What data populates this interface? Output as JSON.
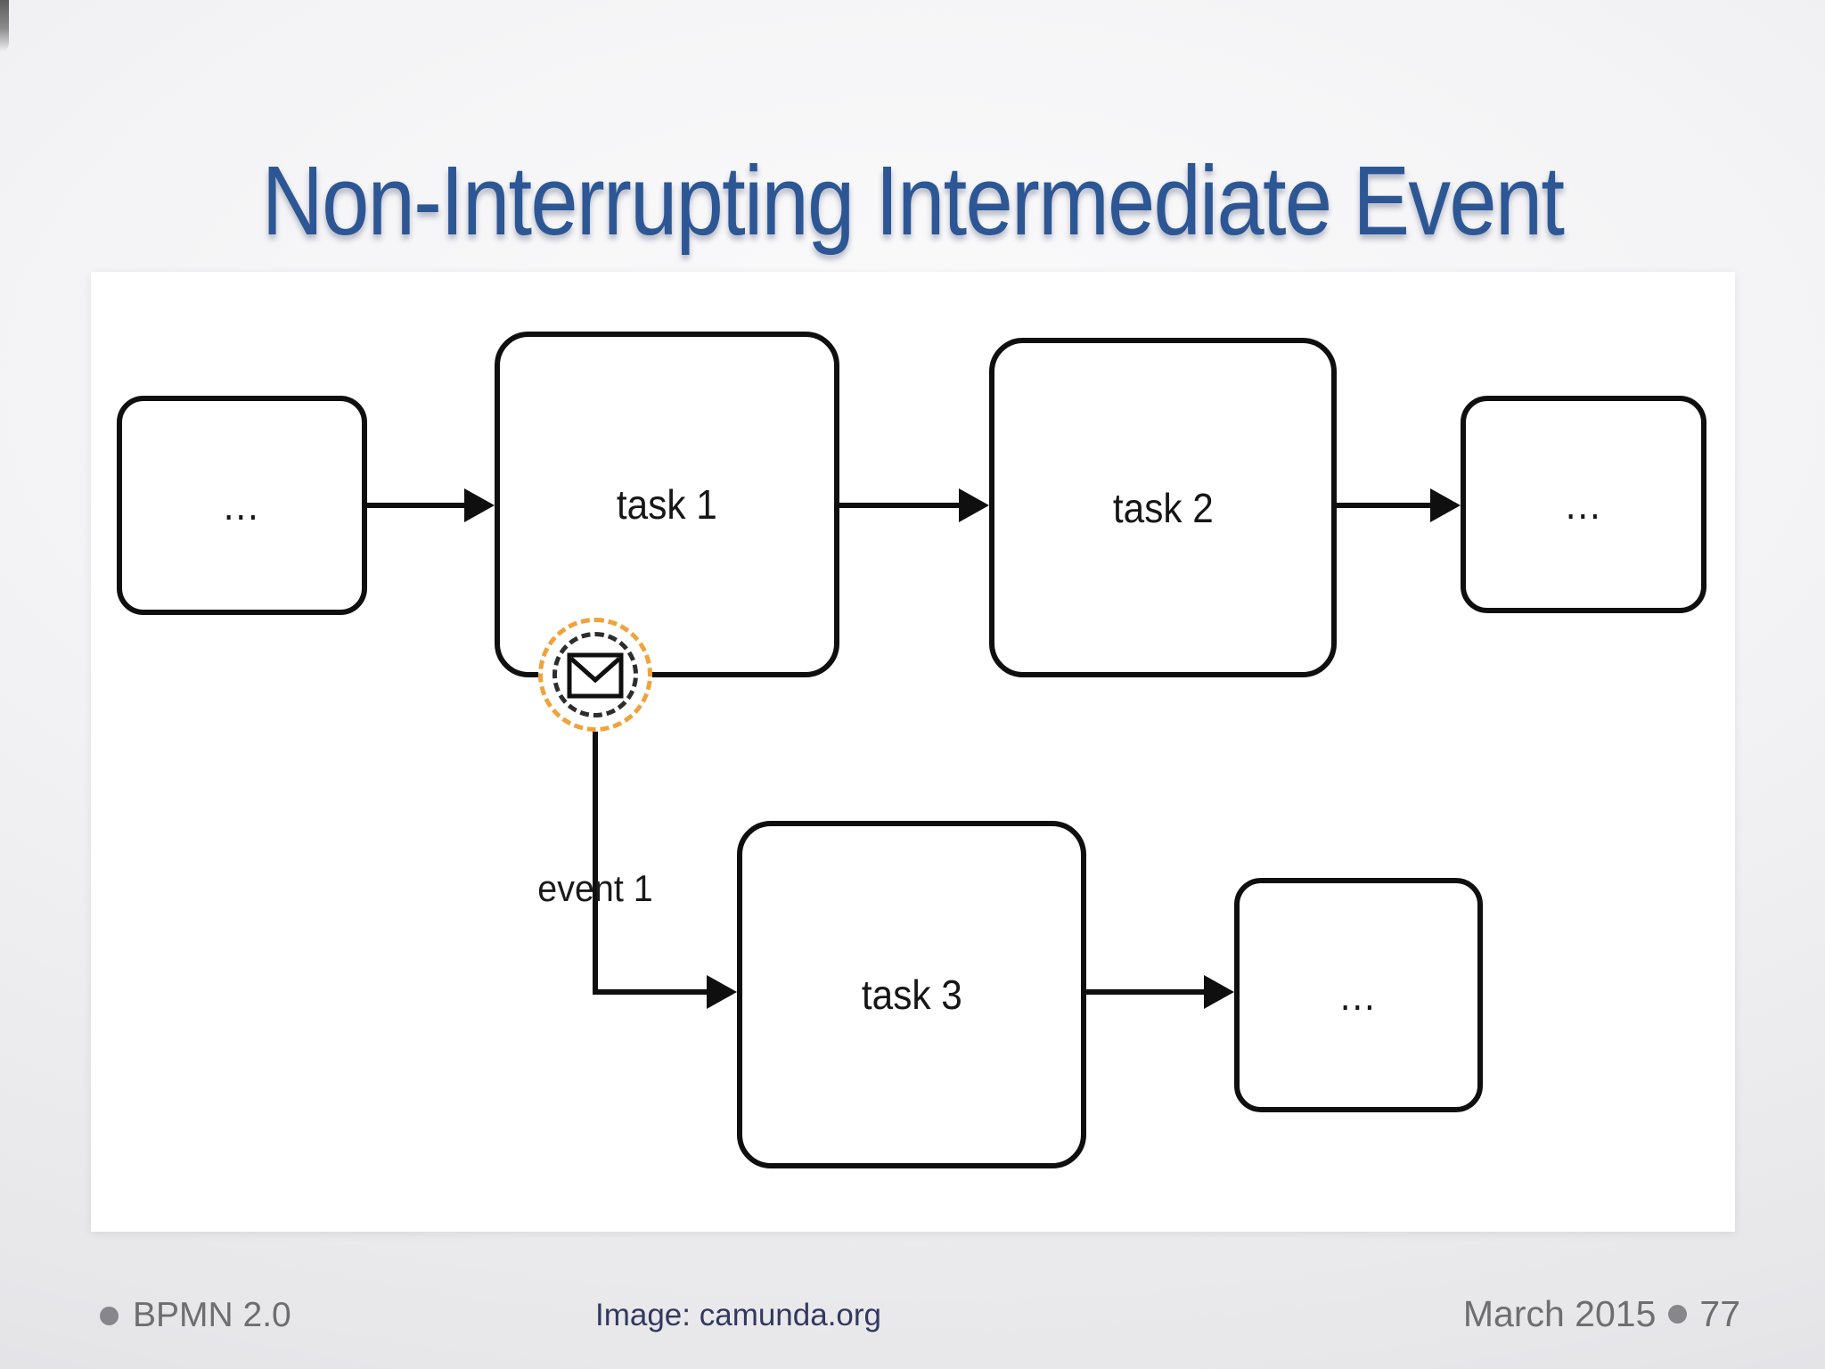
{
  "slide": {
    "title": "Non-Interrupting Intermediate Event",
    "footer": {
      "left_label": "BPMN 2.0",
      "credit": "Image: camunda.org",
      "date": "March 2015",
      "page_number": "77"
    },
    "colors": {
      "title_blue": "#2d5694",
      "footer_navy": "#32395e",
      "footer_gray": "#6e6e71",
      "event_ring_orange": "#efa33b",
      "event_ring_dark": "#2d2d2d",
      "shape_stroke": "#0f0f0f",
      "canvas_white": "#ffffff"
    }
  },
  "diagram": {
    "nodes": [
      {
        "id": "pre",
        "type": "collapsed-task",
        "label": "..."
      },
      {
        "id": "task1",
        "type": "task",
        "label": "task 1"
      },
      {
        "id": "task2",
        "type": "task",
        "label": "task 2"
      },
      {
        "id": "post",
        "type": "collapsed-task",
        "label": "..."
      },
      {
        "id": "task3",
        "type": "task",
        "label": "task 3"
      },
      {
        "id": "post2",
        "type": "collapsed-task",
        "label": "..."
      }
    ],
    "boundary_event": {
      "label": "event 1",
      "kind": "non-interrupting message boundary event",
      "icon": "envelope-icon",
      "attached_to": "task 1"
    }
  }
}
